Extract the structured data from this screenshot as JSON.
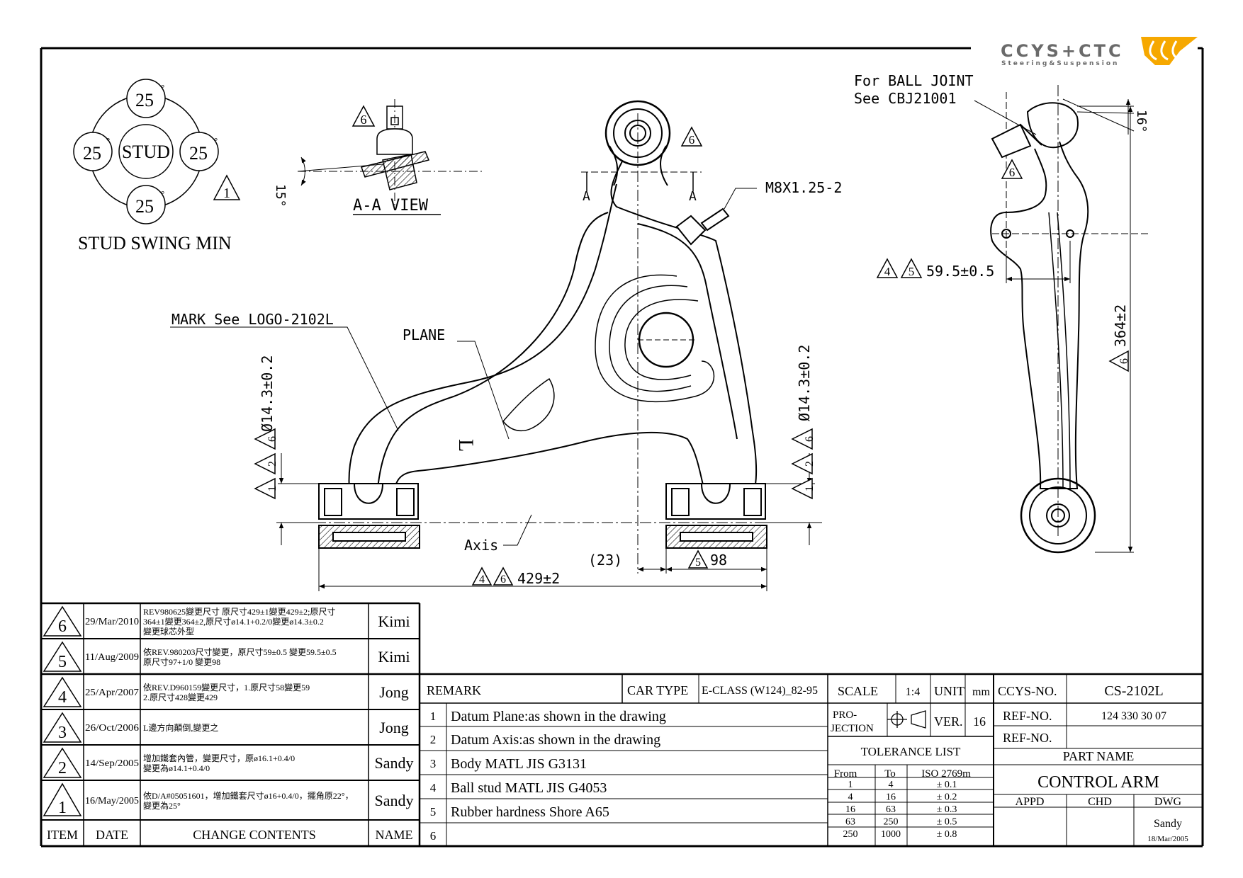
{
  "logo": {
    "brand": "CCYS+CTC",
    "tagline": "Steering&Suspension"
  },
  "stud_swing": {
    "center": "STUD",
    "angles": [
      "25",
      "25",
      "25",
      "25"
    ],
    "degree": "°",
    "caption": "STUD SWING MIN",
    "rev_mark": "1"
  },
  "aa_view": {
    "label": "A-A VIEW",
    "angle": "15°",
    "rev_mark": "6"
  },
  "front_view": {
    "mark_note": "MARK See LOGO-2102L",
    "plane_label": "PLANE",
    "axis_label": "Axis",
    "thread_note": "M8X1.25-2",
    "section_a": "A",
    "side_letter": "L",
    "dia_left": "Ø14.3±0.2",
    "dia_right": "Ø14.3±0.2",
    "dim_23": "(23)",
    "dim_98": "98",
    "dim_429": "429±2",
    "rev_top": "6",
    "rev_dia": [
      "1",
      "2",
      "6"
    ],
    "rev_98": "5",
    "rev_429": [
      "4",
      "6"
    ]
  },
  "side_view": {
    "ball_joint_note_1": "For BALL JOINT",
    "ball_joint_note_2": "See CBJ21001",
    "angle_16": "16°",
    "dim_59": "59.5±0.5",
    "dim_364": "364±2",
    "rev_59": [
      "4",
      "5"
    ],
    "rev_364": "6",
    "rev_stud": "6"
  },
  "revisions": [
    {
      "item": "6",
      "date": "29/Mar/2010",
      "lines": [
        "REV980625變更尺寸 原尺寸429±1變更429±2;原尺寸",
        "364±1變更364±2,原尺寸ø14.1+0.2/0變更ø14.3±0.2",
        "變更球芯外型"
      ],
      "name": "Kimi"
    },
    {
      "item": "5",
      "date": "11/Aug/2009",
      "lines": [
        "依REV.980203尺寸變更，原尺寸59±0.5 變更59.5±0.5",
        "原尺寸97+1/0 變更98"
      ],
      "name": "Kimi"
    },
    {
      "item": "4",
      "date": "25/Apr/2007",
      "lines": [
        "依REV.D960159變更尺寸，1.原尺寸58變更59",
        "2.原尺寸428變更429"
      ],
      "name": "Jong"
    },
    {
      "item": "3",
      "date": "26/Oct/2006",
      "lines": [
        "L邊方向顛倒,變更之"
      ],
      "name": "Jong"
    },
    {
      "item": "2",
      "date": "14/Sep/2005",
      "lines": [
        "增加鐵套內管，變更尺寸，原ø16.1+0.4/0",
        "變更為ø14.1+0.4/0"
      ],
      "name": "Sandy"
    },
    {
      "item": "1",
      "date": "16/May/2005",
      "lines": [
        "依D/A#05051601，增加鐵套尺寸ø16+0.4/0，擺角原22°，",
        "變更為25°"
      ],
      "name": "Sandy"
    }
  ],
  "rev_header": {
    "item": "ITEM",
    "date": "DATE",
    "contents": "CHANGE CONTENTS",
    "name": "NAME"
  },
  "remarks": {
    "title": "REMARK",
    "rows": [
      {
        "no": "1",
        "text": "Datum Plane:as shown in the drawing"
      },
      {
        "no": "2",
        "text": "Datum Axis:as shown in the drawing"
      },
      {
        "no": "3",
        "text": "Body MATL JIS G3131"
      },
      {
        "no": "4",
        "text": "Ball stud MATL JIS G4053"
      },
      {
        "no": "5",
        "text": "Rubber hardness Shore A65"
      },
      {
        "no": "6",
        "text": ""
      }
    ]
  },
  "title_block": {
    "car_type_label": "CAR TYPE",
    "car_type": "E-CLASS (W124)_82-95",
    "scale_label": "SCALE",
    "scale": "1:4",
    "unit_label": "UNIT",
    "unit": "mm",
    "ccys_no_label": "CCYS-NO.",
    "ccys_no": "CS-2102L",
    "projection_label_1": "PRO-",
    "projection_label_2": "JECTION",
    "ver_label": "VER.",
    "ver": "16",
    "ref_no_label": "REF-NO.",
    "ref_no": "124 330 30 07",
    "ref_no_2_label": "REF-NO.",
    "ref_no_2": "",
    "part_name_label": "PART NAME",
    "part_name": "CONTROL ARM",
    "appd": "APPD",
    "chd": "CHD",
    "dwg": "DWG",
    "drawn_by": "Sandy",
    "drawn_date": "18/Mar/2005"
  },
  "tolerance": {
    "title": "TOLERANCE LIST",
    "headers": [
      "From",
      "To",
      "ISO 2769m"
    ],
    "rows": [
      [
        "1",
        "4",
        "± 0.1"
      ],
      [
        "4",
        "16",
        "± 0.2"
      ],
      [
        "16",
        "63",
        "± 0.3"
      ],
      [
        "63",
        "250",
        "± 0.5"
      ],
      [
        "250",
        "1000",
        "± 0.8"
      ]
    ]
  }
}
